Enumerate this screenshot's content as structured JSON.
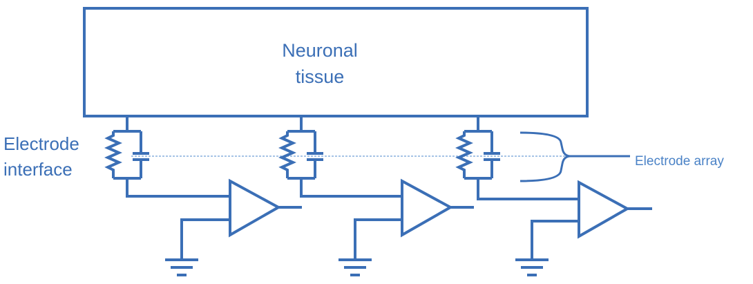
{
  "tissue": {
    "line1": "Neuronal",
    "line2": "tissue"
  },
  "labels": {
    "interface_line1": "Electrode",
    "interface_line2": "interface",
    "array": "Electrode array"
  },
  "colors": {
    "wire": "#3b6fb6",
    "dashed": "#6f9fd8",
    "array_text": "#4a82c6"
  }
}
